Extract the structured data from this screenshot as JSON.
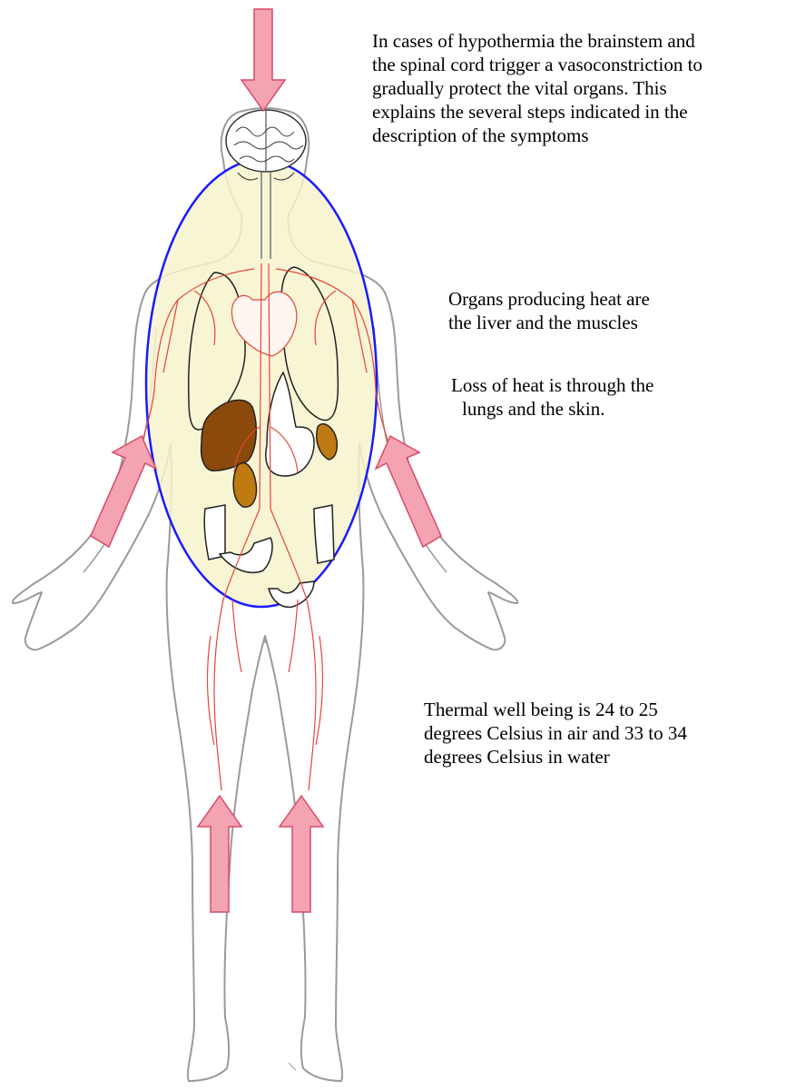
{
  "notes": {
    "hypothermia": [
      "In cases of hypothermia the brainstem and",
      "the spinal cord trigger a vasoconstriction to",
      "gradually protect the vital organs. This",
      "explains the several steps indicated in the",
      "description of the symptoms"
    ],
    "heat_producing": [
      "Organs producing heat are",
      "the liver and the muscles"
    ],
    "heat_loss": [
      "Loss of heat is through the",
      "lungs and the skin."
    ],
    "thermal_wellbeing": [
      "Thermal well being is 24 to 25",
      "degrees Celsius in air  and 33 to 34",
      "degrees Celsius in water"
    ]
  },
  "colors": {
    "body_outline": "#9a9a9a",
    "core_fill": "#f6f3cc",
    "core_ellipse": "#1a1aff",
    "arrow_fill": "#f4a3b2",
    "arrow_stroke": "#d94a68",
    "vessels": "#e8443a",
    "liver": "#8b4a0b",
    "kidney": "#c07a12"
  },
  "icons": {
    "arrows": [
      "arrow-head",
      "arrow-left-arm",
      "arrow-right-arm",
      "arrow-left-leg",
      "arrow-right-leg"
    ]
  }
}
